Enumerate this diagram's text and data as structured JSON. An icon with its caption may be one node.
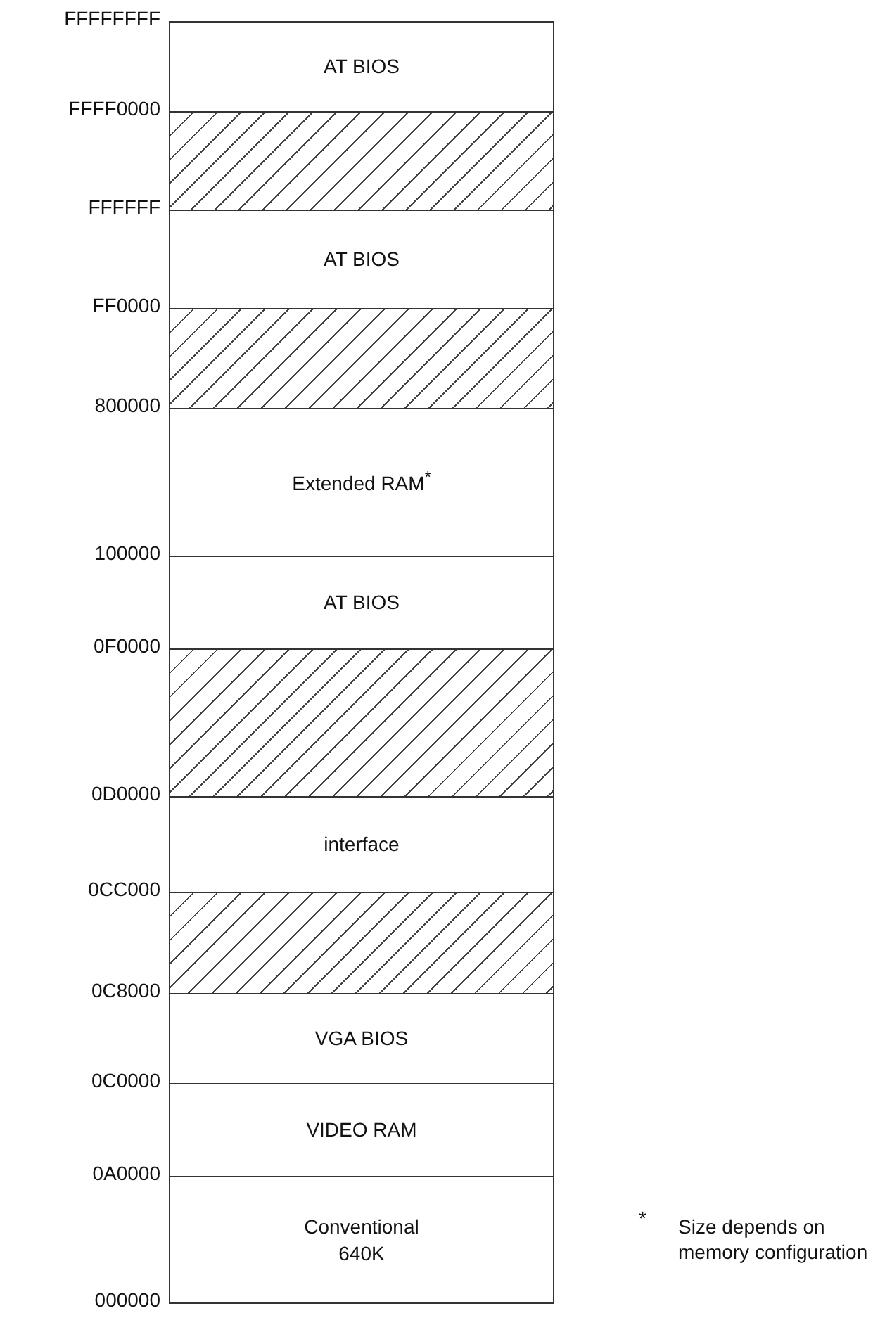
{
  "diagram": {
    "nodes": [
      {
        "text": [
          "AT BIOS"
        ]
      },
      {
        "text": [],
        "shape": "box"
      },
      {
        "text": [
          "AT BIOS"
        ]
      },
      {
        "text": [],
        "shape": "box"
      },
      {
        "text": [
          "Extended RAM$^{*}$"
        ]
      },
      {
        "text": [
          "AT BIOS"
        ]
      },
      {
        "text": [],
        "shape": "box"
      },
      {
        "text": [
          "interface"
        ]
      },
      {
        "text": [],
        "shape": "box"
      },
      {
        "text": [
          "VGA BIOS"
        ]
      },
      {
        "text": [
          "VIDEO RAM"
        ]
      },
      {
        "text": [
          "Conventional 640K"
        ]
      }
    ],
    "edges": [],
    "labels": [
      "FFFFFFFF",
      "FFFF0000",
      "FFFFFF",
      "FF0000",
      "800000",
      "100000",
      "0F0000",
      "0D0000",
      "0CC000",
      "0C8000",
      "0C0000",
      "0A0000",
      "000000",
      "*",
      "Size depends on memory configuration"
    ]
  }
}
